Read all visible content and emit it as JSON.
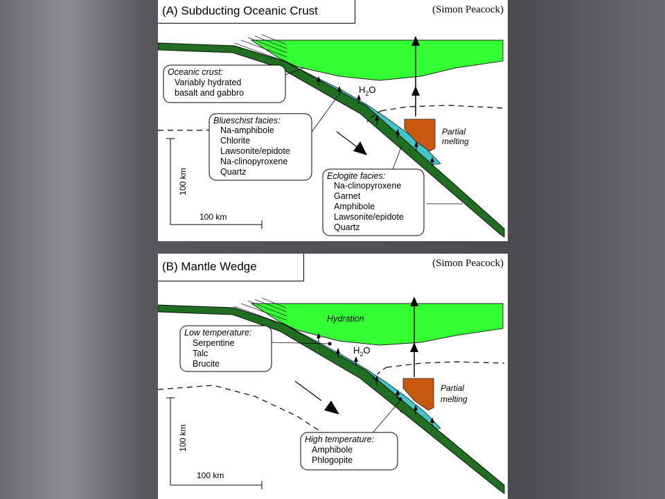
{
  "panel_a": {
    "title": "(A) Subducting Oceanic Crust",
    "credit": "(Simon Peacock)",
    "oceanic_box": {
      "heading": "Oceanic crust:",
      "lines": [
        "Variably hydrated",
        "basalt and gabbro"
      ]
    },
    "blueschist_box": {
      "heading": "Blueschist facies:",
      "lines": [
        "Na-amphibole",
        "Chlorite",
        "Lawsonite/epidote",
        "Na-clinopyroxene",
        "Quartz"
      ]
    },
    "eclogite_box": {
      "heading": "Eclogite facies:",
      "lines": [
        "Na-clinopyroxene",
        "Garnet",
        "Amphibole",
        "Lawsonite/epidote",
        "Quartz"
      ]
    },
    "h2o": "H",
    "h2o_sub": "2",
    "h2o_end": "O",
    "partial_melting": [
      "Partial",
      "melting"
    ],
    "scale_vertical": "100 km",
    "scale_horizontal": "100 km"
  },
  "panel_b": {
    "title": "(B) Mantle Wedge",
    "credit": "(Simon Peacock)",
    "hydration": "Hydration",
    "low_temp_box": {
      "heading": "Low temperature:",
      "lines": [
        "Serpentine",
        "Talc",
        "Brucite"
      ]
    },
    "high_temp_box": {
      "heading": "High temperature:",
      "lines": [
        "Amphibole",
        "Phlogopite"
      ]
    },
    "h2o": "H",
    "h2o_sub": "2",
    "h2o_end": "O",
    "partial_melting": [
      "Partial",
      "melting"
    ],
    "scale_vertical": "100 km",
    "scale_horizontal": "100 km"
  },
  "colors": {
    "crust_green": "#33ff33",
    "slab_green": "#1f6e22",
    "hydrated_cyan": "#44c4c8",
    "melt_orange": "#c8580f"
  }
}
